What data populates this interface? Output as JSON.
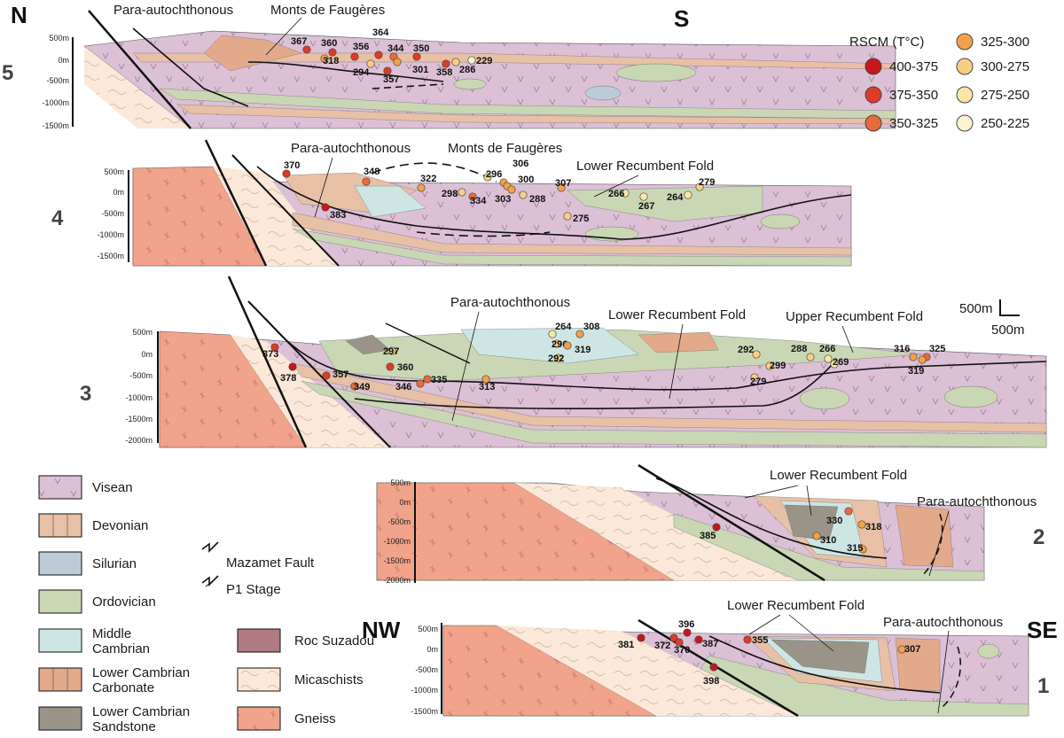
{
  "orientation": {
    "north": "N",
    "south": "S",
    "northwest": "NW",
    "southeast": "SE"
  },
  "section_numbers": [
    "5",
    "4",
    "3",
    "2",
    "1"
  ],
  "scale_bar": {
    "vertical": "500m",
    "horizontal": "500m"
  },
  "depth_ticks": {
    "s5": [
      "500m",
      "0m",
      "-500m",
      "-1000m",
      "-1500m"
    ],
    "s4": [
      "500m",
      "0m",
      "-500m",
      "-1000m",
      "-1500m"
    ],
    "s3": [
      "500m",
      "0m",
      "-500m",
      "-1000m",
      "-1500m",
      "-2000m"
    ],
    "s2": [
      "500m",
      "0m",
      "-500m",
      "-1000m",
      "-1500m",
      "-2000m"
    ],
    "s1": [
      "500m",
      "0m",
      "-500m",
      "-1000m",
      "-1500m"
    ]
  },
  "labels": {
    "s5_para": "Para-autochthonous",
    "s5_monts": "Monts de Faugères",
    "s4_para": "Para-autochthonous",
    "s4_monts": "Monts de Faugères",
    "s4_lrf": "Lower Recumbent Fold",
    "s3_para": "Para-autochthonous",
    "s3_lrf": "Lower Recumbent Fold",
    "s3_urf": "Upper Recumbent Fold",
    "s2_lrf": "Lower Recumbent Fold",
    "s2_para": "Para-autochthonous",
    "s1_lrf": "Lower Recumbent Fold",
    "s1_para": "Para-autochthonous"
  },
  "rscm": {
    "title": "RSCM (T°C)",
    "classes": [
      {
        "label": "400-375",
        "color": "#c8161d"
      },
      {
        "label": "375-350",
        "color": "#df3a27"
      },
      {
        "label": "350-325",
        "color": "#ea6a3a"
      },
      {
        "label": "325-300",
        "color": "#f2a04a"
      },
      {
        "label": "300-275",
        "color": "#f8cf82"
      },
      {
        "label": "275-250",
        "color": "#fbe6a8"
      },
      {
        "label": "250-225",
        "color": "#fdf3d2"
      }
    ]
  },
  "samples": {
    "s5": [
      "367",
      "360",
      "318",
      "356",
      "364",
      "344",
      "350",
      "294",
      "357",
      "301",
      "358",
      "286",
      "229"
    ],
    "s4": [
      "370",
      "348",
      "383",
      "322",
      "298",
      "334",
      "296",
      "306",
      "300",
      "303",
      "288",
      "307",
      "275",
      "266",
      "267",
      "264",
      "279"
    ],
    "s3": [
      "373",
      "378",
      "357",
      "349",
      "297",
      "360",
      "346",
      "335",
      "313",
      "264",
      "308",
      "296",
      "319",
      "292",
      "292",
      "299",
      "288",
      "266",
      "269",
      "279",
      "316",
      "325",
      "319"
    ],
    "s2": [
      "385",
      "330",
      "318",
      "310",
      "315"
    ],
    "s1": [
      "381",
      "372",
      "396",
      "370",
      "387",
      "355",
      "398",
      "307"
    ]
  },
  "legend": {
    "lithology": [
      {
        "label": "Visean",
        "color": "#dcc0d6",
        "symbol": "v"
      },
      {
        "label": "Devonian",
        "color": "#e8c0a6"
      },
      {
        "label": "Silurian",
        "color": "#bccbd8"
      },
      {
        "label": "Ordovician",
        "color": "#c9d7b4"
      },
      {
        "label": "Middle\nCambrian",
        "color": "#cde6e4"
      },
      {
        "label": "Lower Cambrian\nCarbonate",
        "color": "#e3a98b"
      },
      {
        "label": "Lower Cambrian\nSandstone",
        "color": "#9a9488"
      }
    ],
    "faults": [
      {
        "label": "Mazamet Fault"
      },
      {
        "label": "P1 Stage"
      }
    ],
    "basement": [
      {
        "label": "Roc Suzadou",
        "color": "#b07b82"
      },
      {
        "label": "Micaschists",
        "color": "#fbe8d8"
      },
      {
        "label": "Gneiss",
        "color": "#f2a38b"
      }
    ]
  }
}
